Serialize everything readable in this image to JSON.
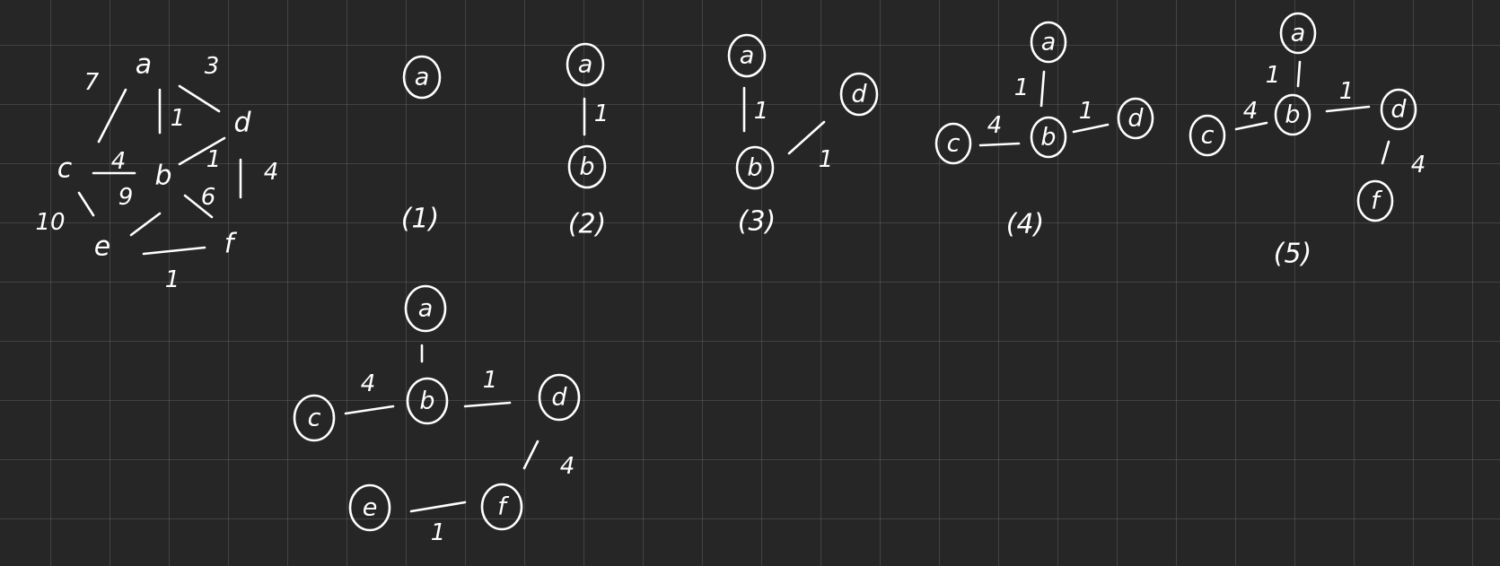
{
  "graph": {
    "nodes": {
      "a": "a",
      "b": "b",
      "c": "c",
      "d": "d",
      "e": "e",
      "f": "f"
    },
    "edges": [
      {
        "from": "a",
        "to": "c",
        "weight": "7"
      },
      {
        "from": "a",
        "to": "b",
        "weight": "1"
      },
      {
        "from": "a",
        "to": "d",
        "weight": "3"
      },
      {
        "from": "c",
        "to": "b",
        "weight": "4"
      },
      {
        "from": "b",
        "to": "d",
        "weight": "1"
      },
      {
        "from": "d",
        "to": "f",
        "weight": "4"
      },
      {
        "from": "c",
        "to": "e",
        "weight": "10"
      },
      {
        "from": "b",
        "to": "e",
        "weight": "9"
      },
      {
        "from": "b",
        "to": "f",
        "weight": "6"
      },
      {
        "from": "e",
        "to": "f",
        "weight": "1"
      }
    ]
  },
  "steps": [
    {
      "caption": "(1)",
      "nodes": [
        "a"
      ],
      "edges": []
    },
    {
      "caption": "(2)",
      "nodes": [
        "a",
        "b"
      ],
      "edges": [
        {
          "from": "a",
          "to": "b",
          "weight": "1"
        }
      ]
    },
    {
      "caption": "(3)",
      "nodes": [
        "a",
        "b",
        "d"
      ],
      "edges": [
        {
          "from": "a",
          "to": "b",
          "weight": "1"
        },
        {
          "from": "b",
          "to": "d",
          "weight": "1"
        }
      ]
    },
    {
      "caption": "(4)",
      "nodes": [
        "a",
        "b",
        "c",
        "d"
      ],
      "edges": [
        {
          "from": "a",
          "to": "b",
          "weight": "1"
        },
        {
          "from": "c",
          "to": "b",
          "weight": "4"
        },
        {
          "from": "b",
          "to": "d",
          "weight": "1"
        }
      ]
    },
    {
      "caption": "(5)",
      "nodes": [
        "a",
        "b",
        "c",
        "d",
        "f"
      ],
      "edges": [
        {
          "from": "a",
          "to": "b",
          "weight": "1"
        },
        {
          "from": "c",
          "to": "b",
          "weight": "4"
        },
        {
          "from": "b",
          "to": "d",
          "weight": "1"
        },
        {
          "from": "d",
          "to": "f",
          "weight": "4"
        }
      ]
    },
    {
      "caption": "",
      "nodes": [
        "a",
        "b",
        "c",
        "d",
        "e",
        "f"
      ],
      "edges": [
        {
          "from": "a",
          "to": "b",
          "weight": ""
        },
        {
          "from": "c",
          "to": "b",
          "weight": "4"
        },
        {
          "from": "b",
          "to": "d",
          "weight": "1"
        },
        {
          "from": "d",
          "to": "f",
          "weight": "4"
        },
        {
          "from": "e",
          "to": "f",
          "weight": "1"
        }
      ]
    }
  ],
  "colors": {
    "background": "#262626",
    "grid": "#4a4a4a",
    "ink": "#ffffff"
  }
}
